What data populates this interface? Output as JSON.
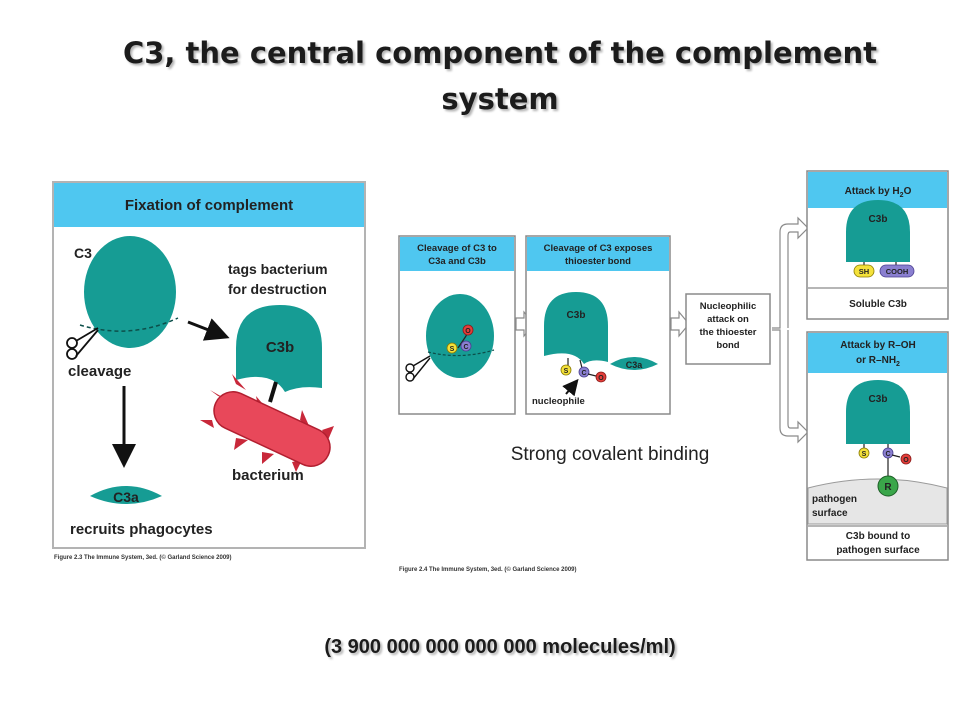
{
  "title": "C3, the central component of the complement system",
  "strong_binding": "Strong covalent binding",
  "concentration_note": "(3 900 000 000 000 000 molecules/ml)",
  "colors": {
    "header_blue": "#4fc7f0",
    "protein_teal": "#169c94",
    "bacterium_red": "#e8485a",
    "thioester_s": "#f4e13a",
    "thioester_c": "#8a7fd0",
    "thioester_o": "#e33e3a",
    "r_green": "#3aa64a"
  },
  "fig23": {
    "header": "Fixation of complement",
    "c3": "C3",
    "tags": [
      "tags bacterium",
      "for destruction"
    ],
    "c3b": "C3b",
    "cleavage": "cleavage",
    "bacterium": "bacterium",
    "c3a": "C3a",
    "recruits": "recruits phagocytes",
    "caption": "Figure 2.3 The Immune System, 3ed. (© Garland Science 2009)"
  },
  "fig24": {
    "panel1_header": [
      "Cleavage of C3 to",
      "C3a and C3b"
    ],
    "panel2_header": [
      "Cleavage of C3 exposes",
      "thioester bond"
    ],
    "s": "S",
    "c": "C",
    "o": "O",
    "c3b": "C3b",
    "c3a": "C3a",
    "nucleophile": "nucleophile",
    "nucleophilic": [
      "Nucleophilic",
      "attack on",
      "the thioester",
      "bond"
    ],
    "h2o_header": "Attack by H2O",
    "h2o_base": "Attack by H",
    "h2o_sub": "2",
    "h2o_tail": "O",
    "sh": "SH",
    "cooh": "COOH",
    "soluble": "Soluble C3b",
    "roh_header": [
      "Attack by R–OH",
      "or R–NH2"
    ],
    "roh_line1": "Attack by R–OH",
    "roh_line2_base": "or R–NH",
    "roh_line2_sub": "2",
    "r": "R",
    "pathogen_surface": [
      "pathogen",
      "surface"
    ],
    "bound": [
      "C3b bound to",
      "pathogen surface"
    ],
    "caption": "Figure 2.4 The Immune System, 3ed. (© Garland Science 2009)"
  }
}
